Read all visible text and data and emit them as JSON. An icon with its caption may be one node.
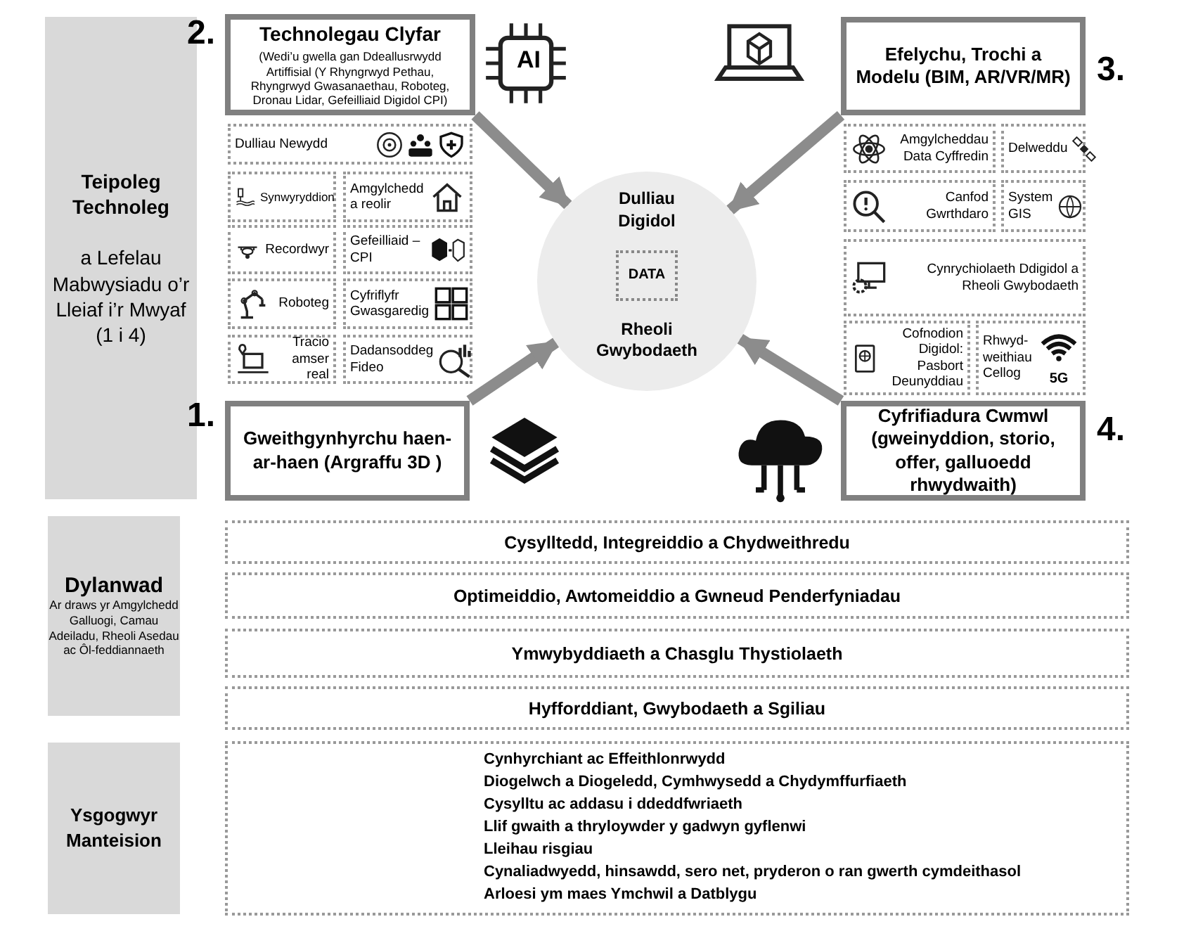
{
  "diagram": {
    "nodes": [
      {
        "text": [
          "Teipoleg Technoleg",
          "a Lefelau Mabwysiadu o’r Lleiaf i’r Mwyaf (1 i 4)"
        ]
      },
      {
        "text": [
          "Technolegau Clyfar",
          "(Wedi’u gwella gan Ddeallusrwydd Artiffisial (Y Rhyngrwyd Pethau, Rhyngrwyd Gwasanaethau, Roboteg, Dronau Lidar, Gefeilliaid Digidol CPI)"
        ],
        "beside": [
          "2."
        ]
      },
      {
        "text": [
          "Efelychu, Trochi a Modelu (BIM, AR/VR/MR)"
        ],
        "beside": [
          "3."
        ]
      },
      {
        "text": [
          "Dulliau Newydd"
        ]
      },
      {
        "text": [
          "Synwyryddion"
        ]
      },
      {
        "text": [
          "Amgylchedd a reolir"
        ]
      },
      {
        "text": [
          "Recordwyr"
        ]
      },
      {
        "text": [
          "Gefeilliaid – CPI"
        ]
      },
      {
        "text": [
          "Roboteg"
        ]
      },
      {
        "text": [
          "Cyfriflyfr Gwasgaredig"
        ]
      },
      {
        "text": [
          "Tracio amser real"
        ]
      },
      {
        "text": [
          "Dadansoddeg Fideo"
        ]
      },
      {
        "text": [
          "Amgylcheddau Data Cyffredin"
        ]
      },
      {
        "text": [
          "Delweddu"
        ]
      },
      {
        "text": [
          "Canfod Gwrthdaro"
        ]
      },
      {
        "text": [
          "System GIS"
        ]
      },
      {
        "text": [
          "Cynrychiolaeth Ddigidol a Rheoli Gwybodaeth"
        ]
      },
      {
        "text": [
          "Cofnodion Digidol: Pasbort Deunyddiau"
        ]
      },
      {
        "text": [
          "Rhwyd-weithiau Cellog",
          "5G"
        ]
      },
      {
        "text": [
          "Dulliau Digidol",
          "Rheoli Gwybodaeth"
        ]
      },
      {
        "text": [
          "DATA"
        ],
        "in": 19
      },
      {
        "text": [
          "Gweithgynhyrchu haen-ar-haen (Argraffu 3D )"
        ],
        "beside": [
          "1."
        ]
      },
      {
        "text": [
          "Cyfrifiadura Cwmwl (gweinyddion, storio, offer, galluoedd rhwydwaith)"
        ],
        "beside": [
          "4."
        ]
      },
      {
        "text": [
          "Dylanwad",
          "Ar draws yr Amgylchedd Galluogi, Camau Adeiladu, Rheoli Asedau ac Ôl-feddiannaeth"
        ]
      },
      {
        "text": [
          "Cysylltedd, Integreiddio a Chydweithredu"
        ]
      },
      {
        "text": [
          "Optimeiddio, Awtomeiddio a Gwneud Penderfyniadau"
        ]
      },
      {
        "text": [
          "Ymwybyddiaeth a Chasglu Thystiolaeth"
        ]
      },
      {
        "text": [
          "Hyfforddiant, Gwybodaeth a Sgiliau"
        ]
      },
      {
        "text": [
          "Ysgogwyr Manteision"
        ]
      },
      {
        "text": [
          "Cynhyrchiant ac Effeithlonrwydd",
          "Diogelwch a Diogeledd, Cymhwysedd a Chydymffurfiaeth",
          "Cysylltu ac addasu i ddeddfwriaeth",
          "Llif gwaith a thryloywder y gadwyn gyflenwi",
          "Lleihau risgiau",
          "Cynaliadwyedd, hinsawdd, sero net, pryderon o ran gwerth cymdeithasol",
          "Arloesi ym maes Ymchwil a Datblygu"
        ]
      }
    ],
    "edges": [
      {
        "from": 1,
        "to": 19,
        "arrow": "to"
      },
      {
        "from": 2,
        "to": 19,
        "arrow": "to"
      },
      {
        "from": 21,
        "to": 19,
        "arrow": "to"
      },
      {
        "from": 22,
        "to": 19,
        "arrow": "to"
      }
    ],
    "labels": [
      "AI"
    ]
  }
}
